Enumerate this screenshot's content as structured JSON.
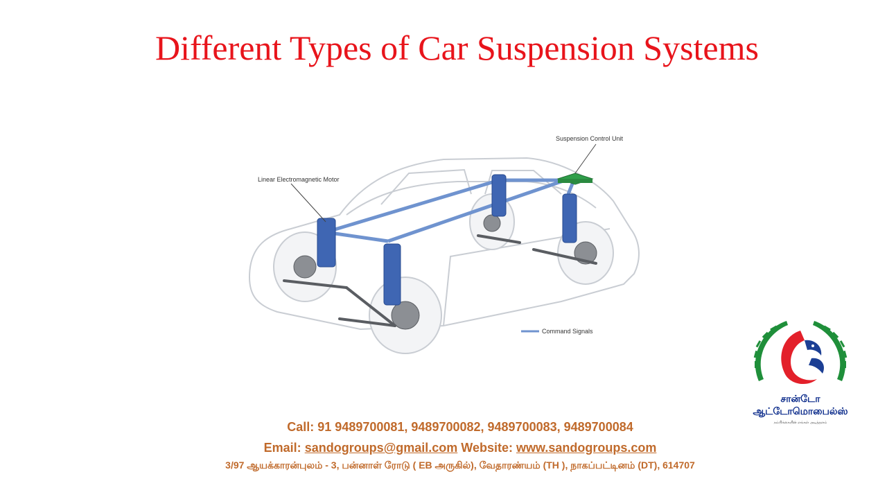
{
  "slide": {
    "title": "Different Types of Car Suspension Systems"
  },
  "diagram": {
    "label_motor": "Linear Electromagnetic Motor",
    "label_control_unit": "Suspension Control Unit",
    "legend_command_signals": "Command Signals",
    "colors": {
      "strut": "#3f66b3",
      "signal_line": "#6f93cf",
      "control_unit": "#2f9e4a",
      "car_outline": "#c9cdd3"
    }
  },
  "logo": {
    "name_line1": "சான்டோ",
    "name_line2": "ஆட்டோமொபைல்ஸ்",
    "tagline": "நம்பிக்கையின் எங்கள் அடித்தளம்",
    "colors": {
      "green": "#1f8f3a",
      "red": "#e3202a",
      "blue": "#1c3f94"
    }
  },
  "contact": {
    "call_label": "Call:",
    "call_numbers": "91 9489700081, 9489700082, 9489700083, 9489700084",
    "email_label": "Email:",
    "email": "sandogroups@gmail.com",
    "website_label": "Website:",
    "website": "www.sandogroups.com",
    "address": "3/97 ஆயக்காரன்புலம் - 3, பன்னாள் ரோடு ( EB அருகில்), வேதாரண்யம் (TH ), நாகப்பட்டினம் (DT), 614707",
    "text_color": "#c06a2b"
  }
}
